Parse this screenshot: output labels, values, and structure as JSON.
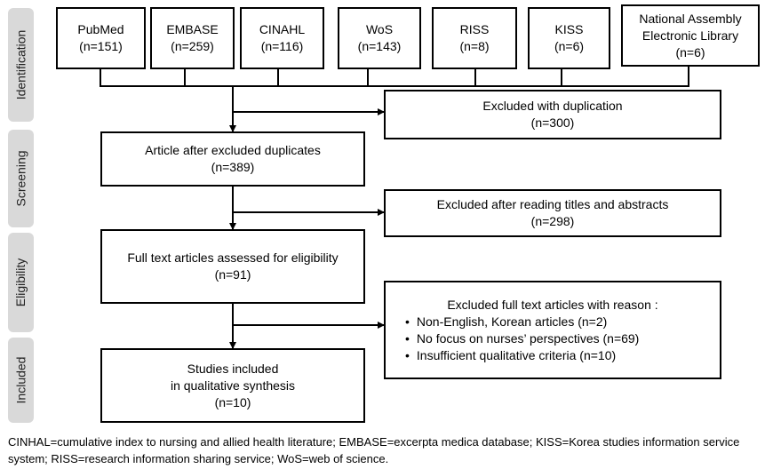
{
  "stages": {
    "identification": "Identification",
    "screening": "Screening",
    "eligibility": "Eligibility",
    "included": "Included"
  },
  "sources": [
    {
      "name": "PubMed",
      "count": "(n=151)"
    },
    {
      "name": "EMBASE",
      "count": "(n=259)"
    },
    {
      "name": "CINAHL",
      "count": "(n=116)"
    },
    {
      "name": "WoS",
      "count": "(n=143)"
    },
    {
      "name": "RISS",
      "count": "(n=8)"
    },
    {
      "name": "KISS",
      "count": "(n=6)"
    },
    {
      "name_line1": "National Assembly",
      "name_line2": "Electronic Library",
      "count": "(n=6)"
    }
  ],
  "excluded_duplication": {
    "label": "Excluded with duplication",
    "count": "(n=300)"
  },
  "after_duplicates": {
    "label": "Article after excluded duplicates",
    "count": "(n=389)"
  },
  "excluded_titles": {
    "label": "Excluded after reading titles and abstracts",
    "count": "(n=298)"
  },
  "full_text": {
    "label": "Full text articles assessed for eligibility",
    "count": "(n=91)"
  },
  "excluded_reasons": {
    "title": "Excluded full text articles with reason :",
    "items": [
      "Non-English, Korean articles (n=2)",
      "No focus on nurses’ perspectives (n=69)",
      "Insufficient qualitative criteria (n=10)"
    ]
  },
  "included": {
    "line1": "Studies included",
    "line2": "in qualitative synthesis",
    "count": "(n=10)"
  },
  "footnote": "CINHAL=cumulative index to nursing and allied health literature; EMBASE=excerpta medica database; KISS=Korea studies information service system; RISS=research information sharing service; WoS=web of science."
}
